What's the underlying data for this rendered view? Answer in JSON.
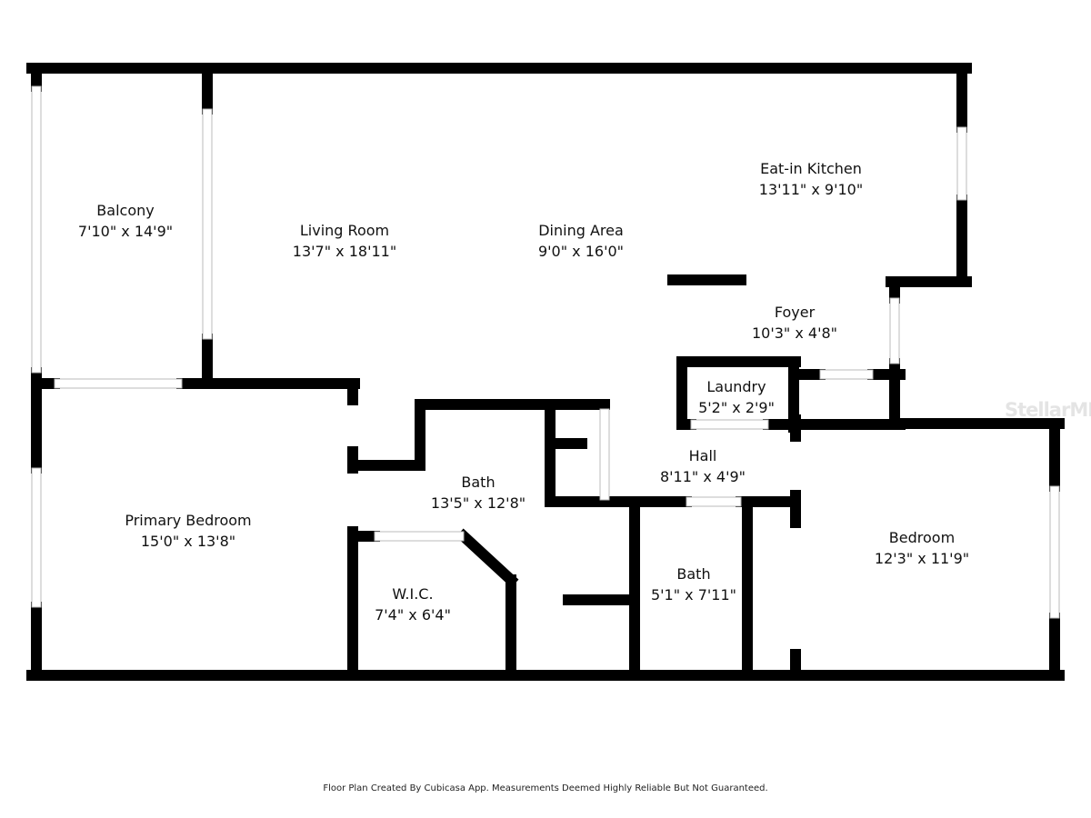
{
  "rooms": [
    {
      "name": "Balcony",
      "size": "7'10\" x 14'9\""
    },
    {
      "name": "Living Room",
      "size": "13'7\" x 18'11\""
    },
    {
      "name": "Dining Area",
      "size": "9'0\" x 16'0\""
    },
    {
      "name": "Eat-in Kitchen",
      "size": "13'11\" x 9'10\""
    },
    {
      "name": "Foyer",
      "size": "10'3\" x 4'8\""
    },
    {
      "name": "Laundry",
      "size": "5'2\" x 2'9\""
    },
    {
      "name": "Hall",
      "size": "8'11\" x 4'9\""
    },
    {
      "name": "Bath",
      "size": "13'5\" x 12'8\""
    },
    {
      "name": "Primary Bedroom",
      "size": "15'0\" x 13'8\""
    },
    {
      "name": "W.I.C.",
      "size": "7'4\" x 6'4\""
    },
    {
      "name": "Bath",
      "size": "5'1\" x 7'11\""
    },
    {
      "name": "Bedroom",
      "size": "12'3\" x 11'9\""
    }
  ],
  "footer": "Floor Plan Created By Cubicasa App. Measurements Deemed Highly Reliable But Not Guaranteed.",
  "watermark": "StellarMLS",
  "colors": {
    "wall": "#000000",
    "window": "#cccccc",
    "background": "#ffffff"
  }
}
